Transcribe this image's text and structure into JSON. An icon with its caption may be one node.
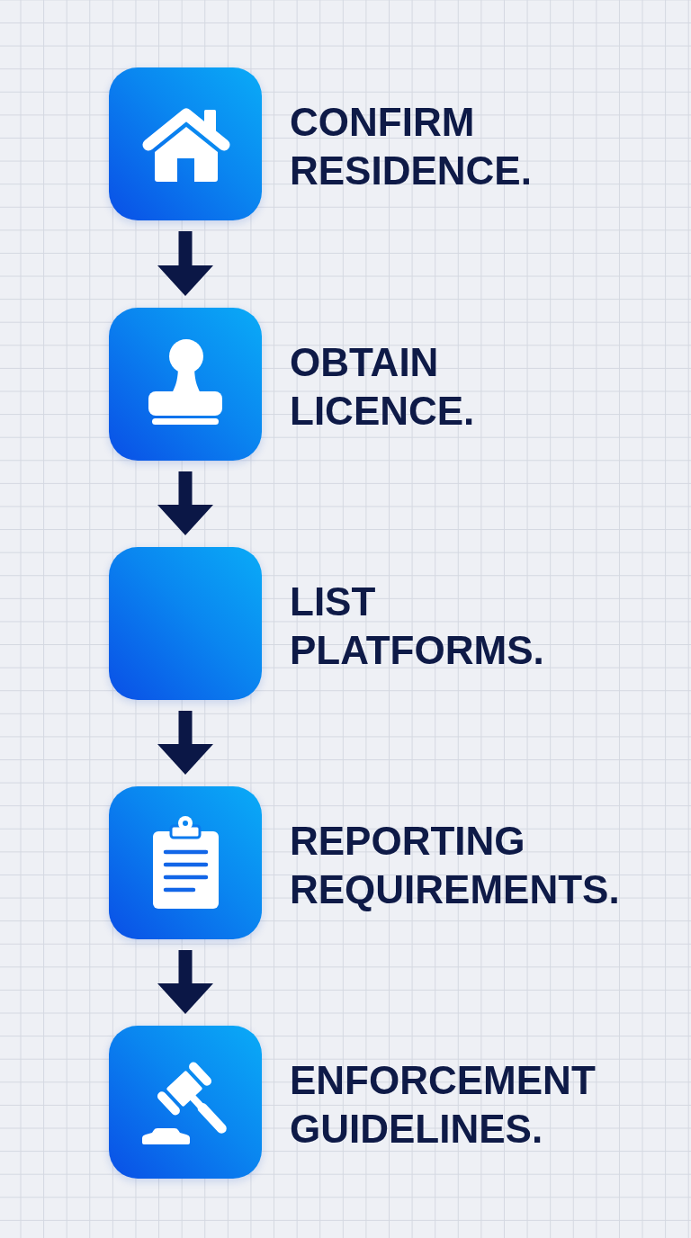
{
  "diagram": {
    "nodes": [
      {
        "text": [
          "CONFIRM RESIDENCE."
        ]
      },
      {
        "text": [
          "OBTAIN LICENCE."
        ]
      },
      {
        "text": [
          "LIST PLATFORMS."
        ]
      },
      {
        "text": [
          "REPORTING REQUIREMENTS."
        ]
      },
      {
        "text": [
          "ENFORCEMENT GUIDELINES."
        ]
      }
    ],
    "edges": [
      {
        "from": 0,
        "to": 1,
        "arrow": "to"
      },
      {
        "from": 1,
        "to": 2,
        "arrow": "to"
      },
      {
        "from": 2,
        "to": 3,
        "arrow": "to"
      },
      {
        "from": 3,
        "to": 4,
        "arrow": "to"
      }
    ]
  }
}
